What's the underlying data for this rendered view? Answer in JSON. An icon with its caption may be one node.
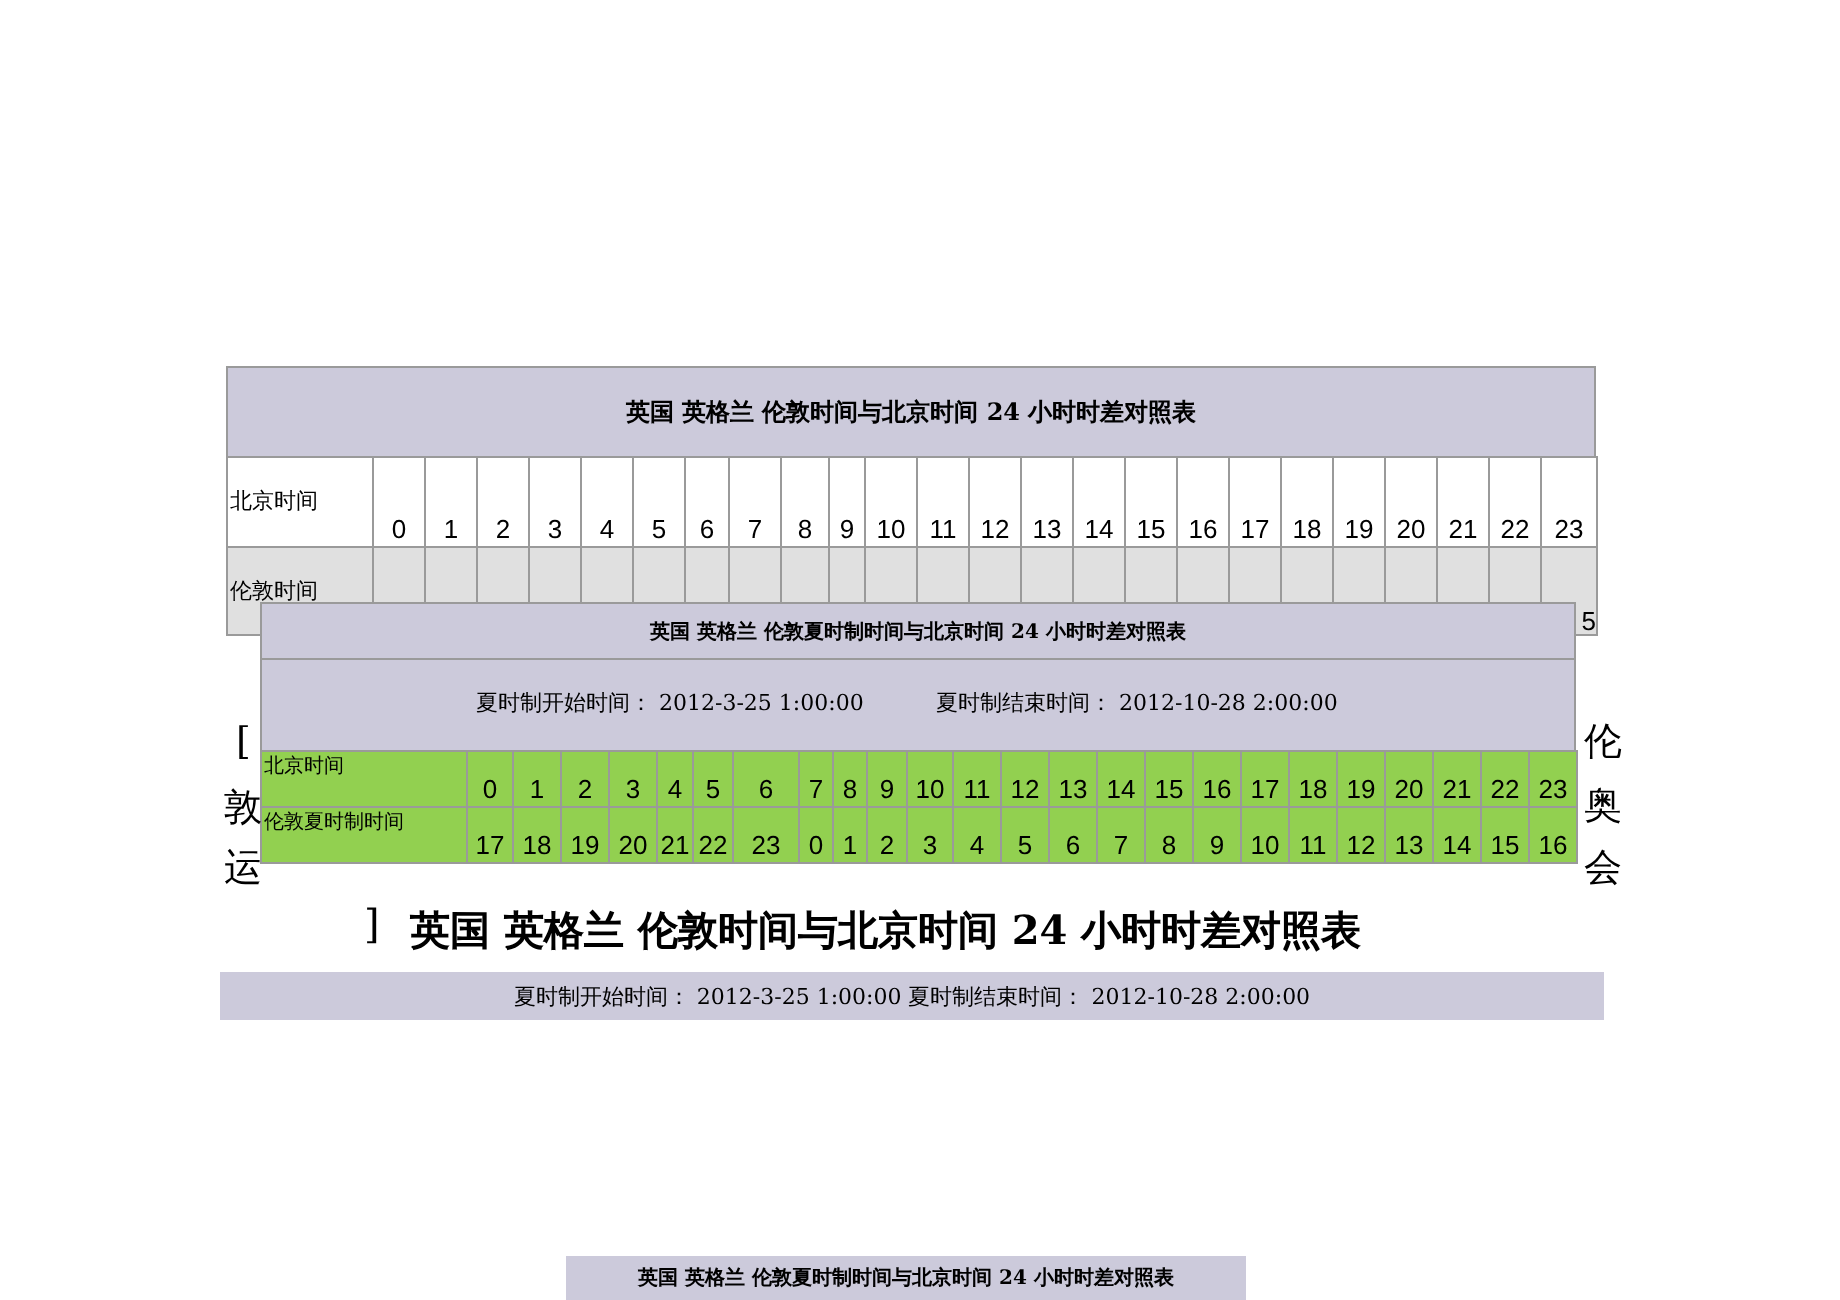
{
  "diagram": {
    "labels": [
      "英国 英格兰 伦敦时间与北京时间 24 小时时差对照表",
      "北京时间",
      "0",
      "1",
      "2",
      "3",
      "4",
      "5",
      "6",
      "7",
      "8",
      "9",
      "10",
      "11",
      "12",
      "13",
      "14",
      "15",
      "16",
      "17",
      "18",
      "19",
      "20",
      "21",
      "22",
      "23",
      "伦敦时间",
      "5",
      "英国 英格兰 伦敦夏时制时间与北京时间 24 小时时差对照表",
      "夏时制开始时间： 2012-3-25 1:00:00",
      "夏时制结束时间： 2012-10-28 2:00:00",
      "北京时间",
      "0",
      "1",
      "2",
      "3",
      "4",
      "5",
      "6",
      "7",
      "8",
      "9",
      "10",
      "11",
      "12",
      "13",
      "14",
      "15",
      "16",
      "17",
      "18",
      "19",
      "20",
      "21",
      "22",
      "23",
      "伦敦夏时制时间",
      "17",
      "18",
      "19",
      "20",
      "21",
      "22",
      "23",
      "0",
      "1",
      "2",
      "3",
      "4",
      "5",
      "6",
      "7",
      "8",
      "9",
      "10",
      "11",
      "12",
      "13",
      "14",
      "15",
      "16",
      "[",
      "敦",
      "运",
      "伦",
      "奥",
      "会",
      "]",
      "英国 英格兰 伦敦时间与北京时间 24 小时时差对照表",
      "夏时制开始时间： 2012-3-25 1:00:00 夏时制结束时间： 2012-10-28 2:00:00",
      "英国 英格兰 伦敦夏时制时间与北京时间 24 小时时差对照表"
    ]
  }
}
